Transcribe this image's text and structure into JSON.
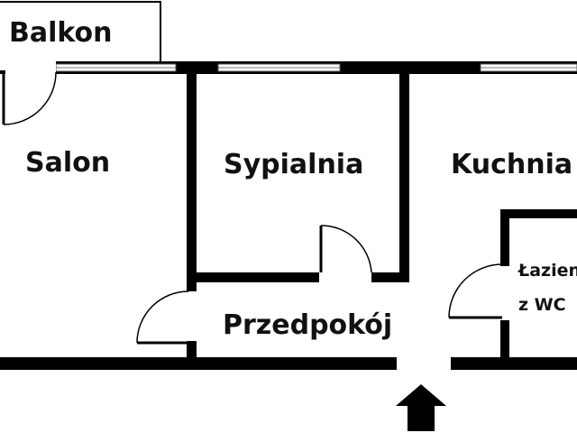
{
  "plan": {
    "rooms": {
      "balcony": "Balkon",
      "living_room": "Salon",
      "bedroom": "Sypialnia",
      "kitchen": "Kuchnia",
      "bathroom_line1": "Łazienka",
      "bathroom_line2": "z WC",
      "hallway": "Przedpokój"
    },
    "entrance_icon": "arrow-up-icon",
    "colors": {
      "wall": "#000000",
      "window": "#ffffff",
      "window_line": "#555555",
      "background": "#ffffff"
    }
  }
}
